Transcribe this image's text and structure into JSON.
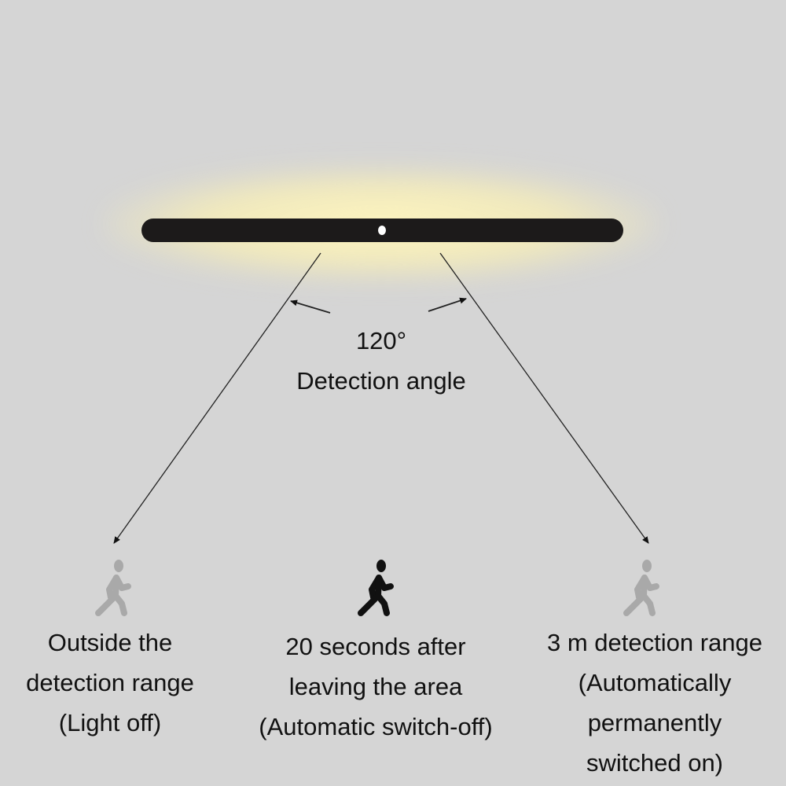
{
  "angle": {
    "value": "120°",
    "label": "Detection angle"
  },
  "captions": {
    "left": [
      "Outside the",
      "detection range",
      "(Light off)"
    ],
    "center": [
      "20 seconds after",
      "leaving the area",
      "(Automatic switch-off)"
    ],
    "right": [
      "3 m detection range",
      "(Automatically",
      "permanently",
      "switched on)"
    ]
  },
  "colors": {
    "background": "#d5d5d5",
    "lamp": "#1c1a1a",
    "glow": "#fff6be",
    "active_person": "#111111",
    "inactive_person": "#a9a9a9"
  }
}
